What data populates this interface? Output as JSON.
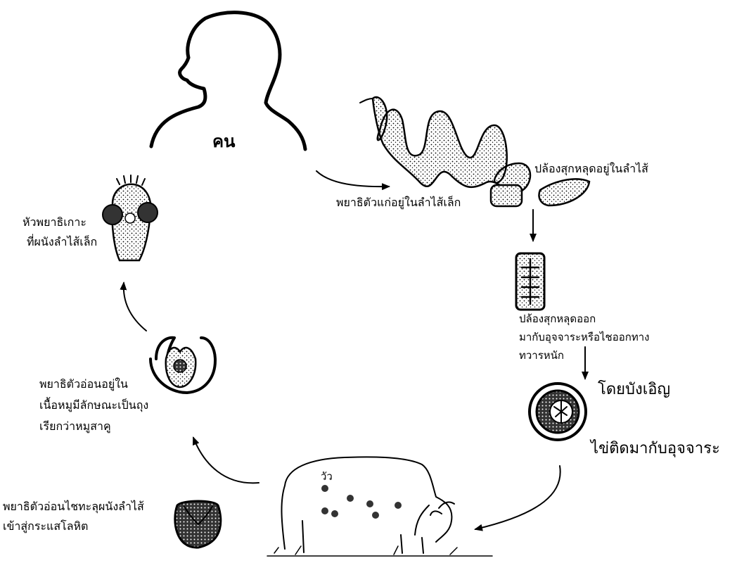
{
  "labels": {
    "human": "คน",
    "adult_worm": "พยาธิตัวแก่อยู่ในลำไส้เล็ก",
    "segments_in_intestine": "ปล้องสุกหลุดอยู่ในลำไส้",
    "segment_out_line1": "ปล้องสุกหลุดออก",
    "segment_out_line2": "มากับอุจจาระหรือไชออกทาง",
    "segment_out_line3": "ทวารหนัก",
    "accident": "โดยบังเอิญ",
    "egg_with_feces": "ไข่ติดมากับอุจจาระ",
    "cow": "วัว",
    "larva_bore_line1": "พยาธิตัวอ่อนไชทะลุผนังลำไส้",
    "larva_bore_line2": "เข้าสู่กระแสโลหิต",
    "cyst_line1": "พยาธิตัวอ่อนอยู่ใน",
    "cyst_line2": "เนื้อหมูมีลักษณะเป็นถุง",
    "cyst_line3": "เรียกว่าหมูสาคู",
    "scolex_line1": "หัวพยาธิเกาะ",
    "scolex_line2": "ที่ผนังลำไส้เล็ก"
  }
}
